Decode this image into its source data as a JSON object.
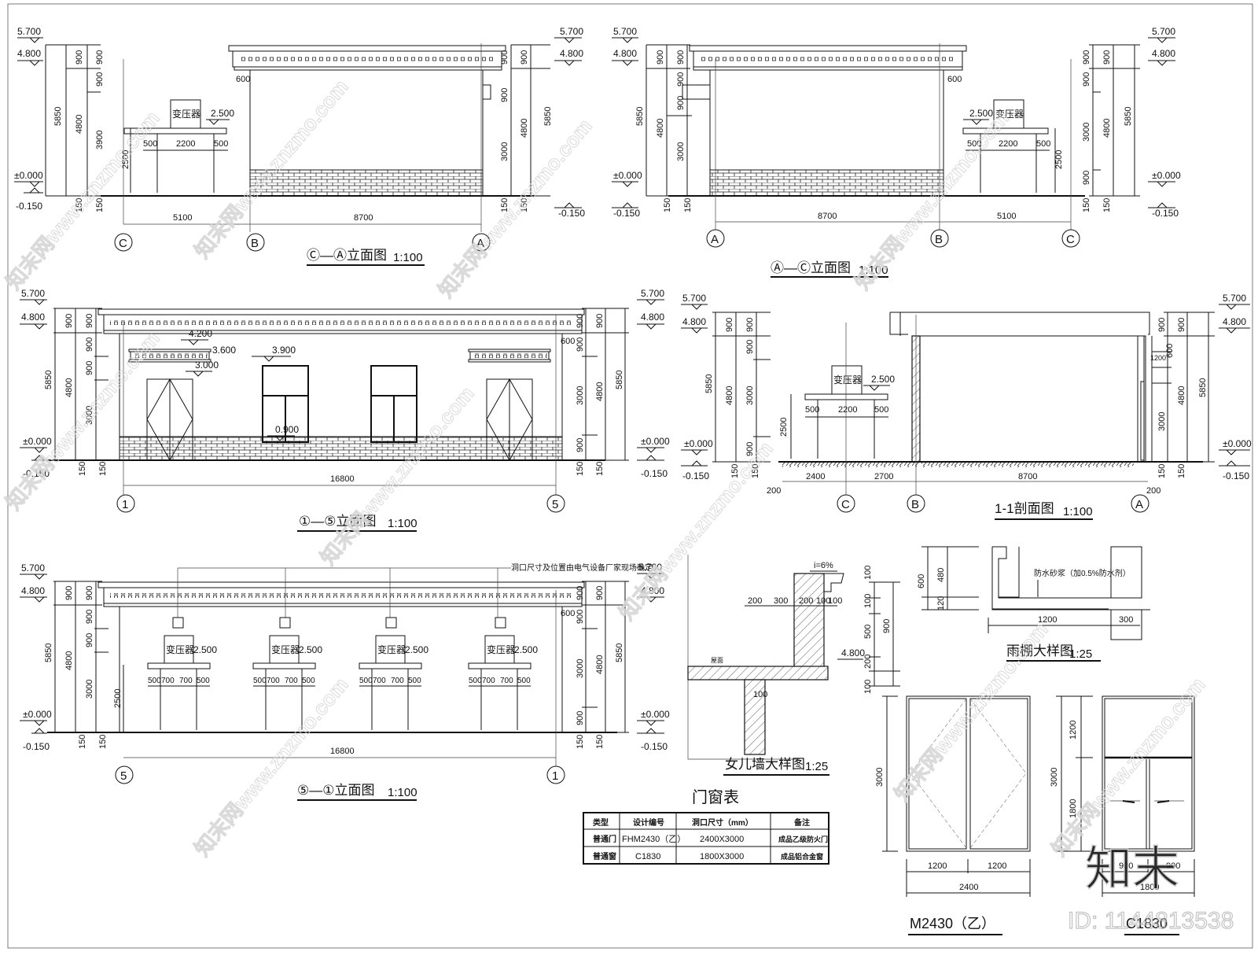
{
  "drawings": {
    "elev_c_a": {
      "title": "Ⓒ—Ⓐ立面图",
      "scale": "1:100",
      "levels": [
        "5.700",
        "4.800",
        "±0.000",
        "-0.150"
      ],
      "dims_vertical": [
        "900",
        "900",
        "900",
        "3900",
        "5850",
        "4800",
        "2500",
        "150",
        "150"
      ],
      "dims_right": [
        "900",
        "900",
        "900",
        "3000",
        "4800",
        "5850",
        "150",
        "150"
      ],
      "dims_horizontal": [
        "5100",
        "8700"
      ],
      "platform_dims": [
        "500",
        "2200",
        "500"
      ],
      "canopy_dim": "600",
      "transformer_label": "变压器",
      "transformer_level": "2.500",
      "axes": [
        "C",
        "B",
        "A"
      ]
    },
    "elev_a_c": {
      "title": "Ⓐ—Ⓒ立面图",
      "scale": "1:100",
      "levels": [
        "5.700",
        "4.800",
        "±0.000",
        "-0.150"
      ],
      "dims_left": [
        "900",
        "900",
        "900",
        "900",
        "3000",
        "4800",
        "5850",
        "150",
        "150"
      ],
      "dims_right": [
        "900",
        "900",
        "900",
        "3000",
        "900",
        "4800",
        "5850",
        "2500",
        "150",
        "150"
      ],
      "dims_horizontal": [
        "8700",
        "5100"
      ],
      "platform_dims": [
        "500",
        "2200",
        "500"
      ],
      "canopy_dim": "600",
      "transformer_label": "变压器",
      "transformer_level": "2.500",
      "axes": [
        "A",
        "B",
        "C"
      ]
    },
    "elev_1_5": {
      "title": "①—⑤立面图",
      "scale": "1:100",
      "levels": [
        "5.700",
        "4.800",
        "±0.000",
        "-0.150"
      ],
      "inner_levels": [
        "4.200",
        "3.600",
        "3.000",
        "3.900",
        "0.900"
      ],
      "dims_left": [
        "900",
        "900",
        "900",
        "900",
        "3000",
        "4800",
        "5850",
        "150",
        "150"
      ],
      "dims_right": [
        "900",
        "900",
        "900",
        "3000",
        "900",
        "4800",
        "5850",
        "150",
        "150"
      ],
      "canopy_dim": "600",
      "dims_horizontal": [
        "16800"
      ],
      "axes": [
        "1",
        "5"
      ]
    },
    "section_1_1": {
      "title": "1-1剖面图",
      "scale": "1:100",
      "levels": [
        "5.700",
        "4.800",
        "±0.000",
        "-0.150"
      ],
      "dims_left": [
        "900",
        "900",
        "900",
        "3000",
        "900",
        "4800",
        "5850",
        "2500",
        "150",
        "150"
      ],
      "dims_right": [
        "900",
        "900",
        "900",
        "1200",
        "600",
        "900",
        "3000",
        "4800",
        "5850",
        "150",
        "150"
      ],
      "dims_horizontal": [
        "200",
        "2400",
        "2700",
        "8700",
        "200"
      ],
      "platform_dims": [
        "500",
        "2200",
        "500"
      ],
      "transformer_label": "变压器",
      "transformer_level": "2.500",
      "axes": [
        "C",
        "B",
        "A"
      ]
    },
    "elev_5_1": {
      "title": "⑤—①立面图",
      "scale": "1:100",
      "note": "洞口尺寸及位置由电气设备厂家现场确定",
      "levels": [
        "5.700",
        "4.800",
        "±0.000",
        "-0.150"
      ],
      "dims_left": [
        "900",
        "900",
        "900",
        "900",
        "3000",
        "4800",
        "5850",
        "2500",
        "150",
        "150"
      ],
      "dims_right": [
        "900",
        "900",
        "900",
        "3000",
        "900",
        "4800",
        "5850",
        "150",
        "150"
      ],
      "canopy_dim": "600",
      "transformer_label": "变压器",
      "transformer_level": "2.500",
      "platform_dims": [
        "500",
        "700",
        "700",
        "500"
      ],
      "dims_horizontal": [
        "16800"
      ],
      "axes": [
        "5",
        "1"
      ]
    },
    "parapet_detail": {
      "title": "女儿墙大样图",
      "scale": "1:25",
      "slope": "i=6%",
      "roof_label": "屋面",
      "dims_horizontal": [
        "200",
        "300",
        "200",
        "100",
        "100"
      ],
      "dims_vertical": [
        "100",
        "100",
        "500",
        "200",
        "100",
        "900"
      ],
      "wall_dim": "100",
      "level": "4.800"
    },
    "canopy_detail": {
      "title": "雨棚大样图",
      "scale": "1:25",
      "note": "防水砂浆（加0.5%防水剂）",
      "dims_vertical": [
        "600",
        "480",
        "120"
      ],
      "dims_horizontal": [
        "1200",
        "300"
      ]
    },
    "door_window_table": {
      "title": "门窗表",
      "headers": [
        "类型",
        "设计编号",
        "洞口尺寸（mm）",
        "备注"
      ],
      "rows": [
        [
          "普通门",
          "FHM2430（乙）",
          "2400X3000",
          "成品乙级防火门"
        ],
        [
          "普通窗",
          "C1830",
          "1800X3000",
          "成品铝合金窗"
        ]
      ]
    },
    "door_m2430": {
      "title": "M2430（乙）",
      "height": "3000",
      "widths": [
        "1200",
        "1200"
      ],
      "total_width": "2400"
    },
    "window_c1830": {
      "title": "C1830",
      "heights": [
        "3000",
        "1200",
        "1800"
      ],
      "widths": [
        "900",
        "900"
      ],
      "total_width": "1800"
    }
  },
  "watermark": {
    "text": "知末网www.znzmo.com",
    "logo": "知末",
    "id": "ID: 1144813538"
  }
}
